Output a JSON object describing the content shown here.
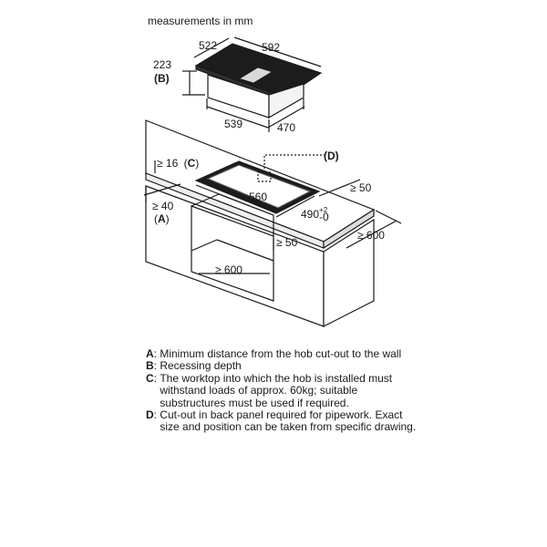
{
  "header": {
    "title": "measurements in mm"
  },
  "hob": {
    "depth_label": "522",
    "width_label": "592",
    "height_label": "223",
    "recess_key": "(B)",
    "body_width_label": "539",
    "body_depth_label": "470"
  },
  "cabinet": {
    "back_panel_key": "(D)",
    "worktop_thickness_label": "≥ 16",
    "worktop_key_open": "(",
    "worktop_key": "C",
    "worktop_key_close": ")",
    "front_distance_label": "≥ 40",
    "front_key_open": "(",
    "front_key": "A",
    "front_key_close": ")",
    "cutout_width_label": "560",
    "cutout_depth_base": "490",
    "cutout_tol_plus": "+2",
    "cutout_tol_minus": "-0",
    "side_clearance_label": "≥ 50",
    "inner_clearance_label": "≥ 50",
    "worktop_depth_label": "≥ 600",
    "cabinet_width_label": "≥ 600"
  },
  "legend": [
    {
      "key": "A",
      "text": "Minimum distance from the hob cut-out to the wall"
    },
    {
      "key": "B",
      "text": "Recessing depth"
    },
    {
      "key": "C",
      "text": "The worktop into which the hob is installed must withstand loads of approx. 60kg; suitable substructures must be used if required."
    },
    {
      "key": "D",
      "text": "Cut-out in back panel required for pipework. Exact size and position can be taken from specific drawing."
    }
  ]
}
